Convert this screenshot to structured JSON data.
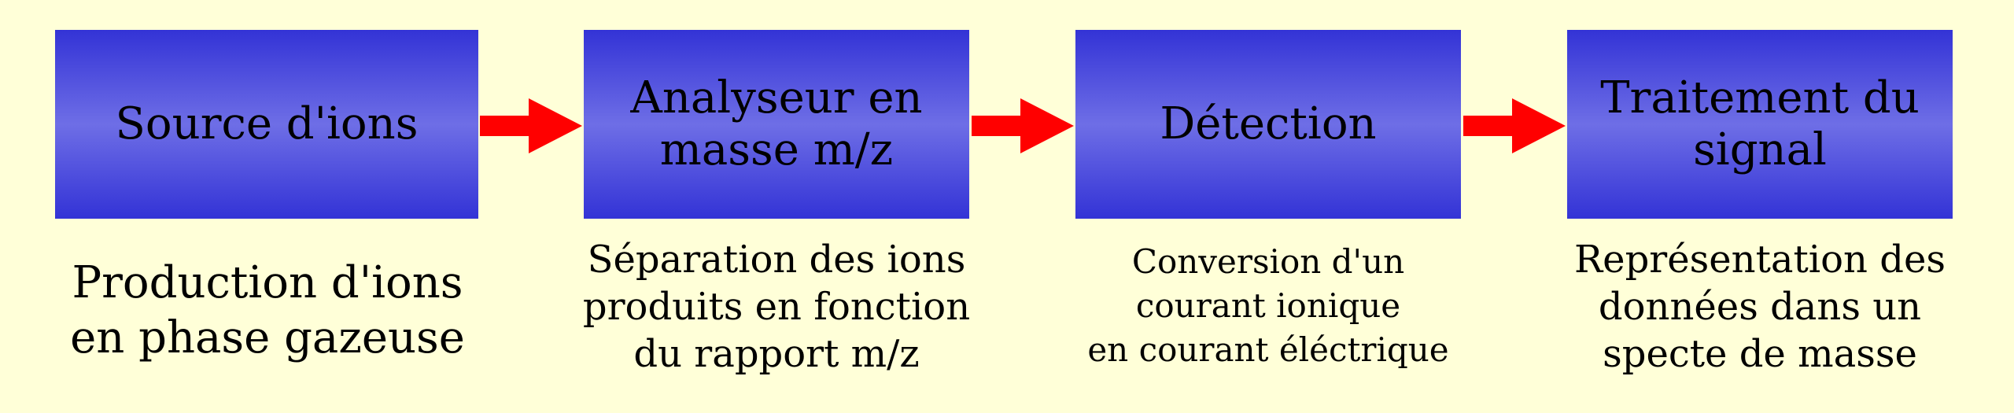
{
  "diagram": {
    "stages": [
      {
        "label": "Source d'ions",
        "description": "Production d'ions\nen phase gazeuse"
      },
      {
        "label": "Analyseur en\nmasse m/z",
        "description": "Séparation des ions\nproduits en fonction\ndu rapport m/z"
      },
      {
        "label": "Détection",
        "description": "Conversion d'un\ncourant ionique\nen courant éléctrique"
      },
      {
        "label": "Traitement du\nsignal",
        "description": "Représentation des\ndonnées dans un\nspecte de masse"
      }
    ]
  },
  "colors": {
    "background": "#FFFFD8",
    "box_edge": "#3333d6",
    "box_center": "#6e6ee6",
    "arrow": "#FF0000"
  }
}
